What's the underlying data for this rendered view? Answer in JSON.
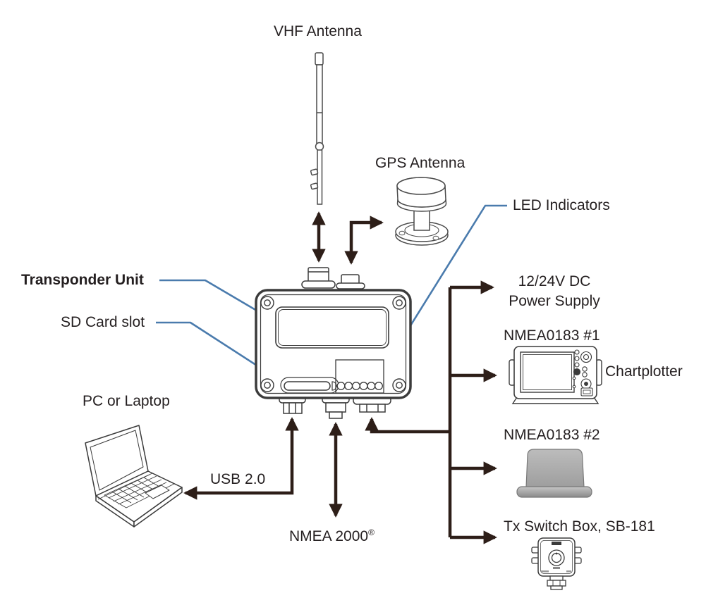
{
  "diagram": {
    "type": "connection-diagram",
    "labels": {
      "vhf_antenna": "VHF Antenna",
      "gps_antenna": "GPS Antenna",
      "led_indicators": "LED Indicators",
      "transponder_unit": "Transponder Unit",
      "sd_card_slot": "SD Card slot",
      "power_supply": "12/24V DC\nPower Supply",
      "nmea0183_1": "NMEA0183 #1",
      "chartplotter": "Chartplotter",
      "pc_or_laptop": "PC or Laptop",
      "usb": "USB 2.0",
      "nmea2000": "NMEA 2000",
      "nmea2000_reg": "®",
      "nmea0183_2": "NMEA0183 #2",
      "tx_switch_box": "Tx Switch Box, SB-181"
    },
    "colors": {
      "background": "#ffffff",
      "text": "#241f20",
      "leader_line": "#4a7bad",
      "arrow": "#2d1e18",
      "line_art": "#3b3b3b",
      "device_gray": "#ababab"
    },
    "connections": [
      {
        "from": "Transponder Unit",
        "to": "VHF Antenna",
        "direction": "bidirectional"
      },
      {
        "from": "Transponder Unit",
        "to": "GPS Antenna",
        "direction": "bidirectional"
      },
      {
        "from": "Transponder Unit",
        "to": "PC or Laptop",
        "label": "USB 2.0",
        "direction": "bidirectional"
      },
      {
        "from": "Transponder Unit",
        "to": "NMEA 2000",
        "direction": "bidirectional"
      },
      {
        "from": "Transponder Unit",
        "to": "12/24V DC Power Supply",
        "direction": "out"
      },
      {
        "from": "Transponder Unit",
        "to": "Chartplotter",
        "label": "NMEA0183 #1",
        "direction": "out"
      },
      {
        "from": "Transponder Unit",
        "to": "NMEA0183 #2",
        "direction": "out"
      },
      {
        "from": "Transponder Unit",
        "to": "Tx Switch Box, SB-181",
        "direction": "out"
      }
    ]
  }
}
